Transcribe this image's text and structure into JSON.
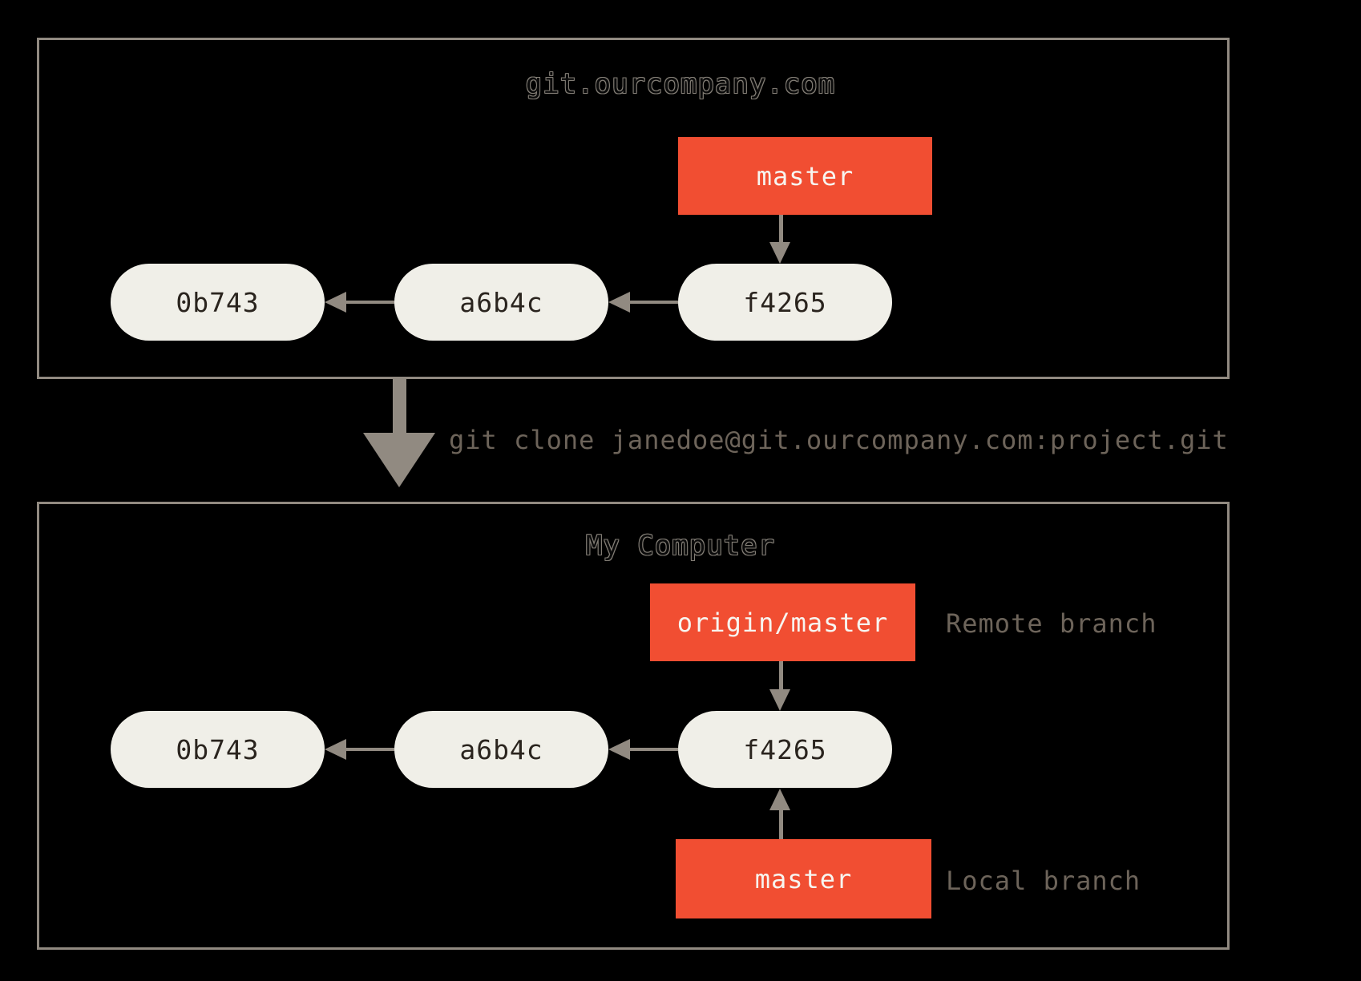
{
  "diagram": {
    "server": {
      "title": "git.ourcompany.com",
      "branch_label": "master",
      "commits": [
        "0b743",
        "a6b4c",
        "f4265"
      ]
    },
    "clone_command": "git clone janedoe@git.ourcompany.com:project.git",
    "local": {
      "title": "My Computer",
      "remote_branch_label": "origin/master",
      "remote_branch_annotation": "Remote branch",
      "local_branch_label": "master",
      "local_branch_annotation": "Local branch",
      "commits": [
        "0b743",
        "a6b4c",
        "f4265"
      ]
    },
    "colors": {
      "background": "#000000",
      "branch_red": "#f14e32",
      "commit_fill": "#f0efe8",
      "line_gray": "#918a81",
      "caption_gray": "#6d645a"
    }
  }
}
